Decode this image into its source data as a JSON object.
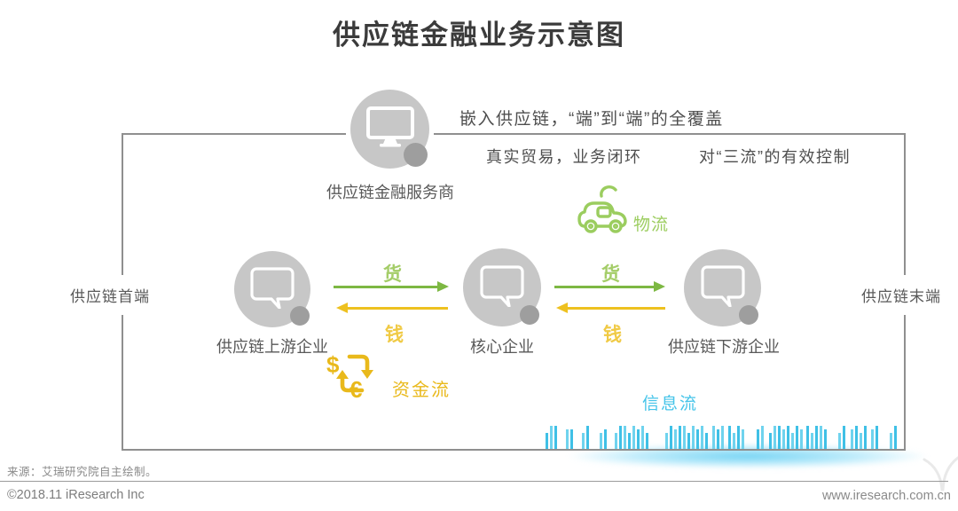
{
  "title": "供应链金融业务示意图",
  "provider": {
    "label": "供应链金融服务商",
    "icon": "monitor-icon"
  },
  "annotations": {
    "coverage": "嵌入供应链，“端”到“端”的全覆盖",
    "trade": "真实贸易，业务闭环",
    "control": "对“三流”的有效控制"
  },
  "chain": {
    "start_label": "供应链首端",
    "end_label": "供应链末端",
    "nodes": [
      {
        "label": "供应链上游企业",
        "icon": "chat-bubble-icon"
      },
      {
        "label": "核心企业",
        "icon": "chat-bubble-icon"
      },
      {
        "label": "供应链下游企业",
        "icon": "chat-bubble-icon"
      }
    ],
    "edges": {
      "goods": "货",
      "money": "钱"
    }
  },
  "flows": {
    "logistics": {
      "label": "物流",
      "icon": "truck-icon"
    },
    "capital": {
      "label": "资金流",
      "icon": "currency-exchange-icon",
      "symbols": {
        "dollar": "$",
        "euro": "€"
      }
    },
    "information": {
      "label": "信息流",
      "icon": "barcode"
    }
  },
  "barcode": {
    "bars": [
      [
        615,
        18
      ],
      [
        620,
        26
      ],
      [
        625,
        26
      ],
      [
        638,
        22
      ],
      [
        643,
        22
      ],
      [
        656,
        18
      ],
      [
        661,
        26
      ],
      [
        676,
        18
      ],
      [
        681,
        22
      ],
      [
        693,
        18
      ],
      [
        698,
        26
      ],
      [
        703,
        26
      ],
      [
        708,
        18
      ],
      [
        713,
        26
      ],
      [
        718,
        22
      ],
      [
        723,
        26
      ],
      [
        728,
        18
      ],
      [
        750,
        18
      ],
      [
        755,
        26
      ],
      [
        760,
        22
      ],
      [
        765,
        26
      ],
      [
        770,
        26
      ],
      [
        775,
        18
      ],
      [
        780,
        26
      ],
      [
        785,
        22
      ],
      [
        790,
        26
      ],
      [
        795,
        18
      ],
      [
        803,
        26
      ],
      [
        808,
        22
      ],
      [
        813,
        26
      ],
      [
        821,
        26
      ],
      [
        826,
        18
      ],
      [
        831,
        26
      ],
      [
        836,
        22
      ],
      [
        853,
        22
      ],
      [
        858,
        26
      ],
      [
        867,
        18
      ],
      [
        872,
        26
      ],
      [
        877,
        26
      ],
      [
        882,
        22
      ],
      [
        887,
        26
      ],
      [
        892,
        18
      ],
      [
        897,
        26
      ],
      [
        902,
        22
      ],
      [
        909,
        26
      ],
      [
        914,
        18
      ],
      [
        919,
        26
      ],
      [
        924,
        26
      ],
      [
        929,
        22
      ],
      [
        945,
        18
      ],
      [
        950,
        26
      ],
      [
        959,
        22
      ],
      [
        964,
        26
      ],
      [
        969,
        18
      ],
      [
        974,
        26
      ],
      [
        982,
        22
      ],
      [
        987,
        26
      ],
      [
        1003,
        18
      ],
      [
        1008,
        26
      ]
    ]
  },
  "source": "来源：艾瑞研究院自主绘制。",
  "footer": {
    "copyright": "©2018.11 iResearch Inc",
    "website": "www.iresearch.com.cn"
  },
  "colors": {
    "green_arrow": "#7db843",
    "green_text": "#a4cd68",
    "green_icon": "#9bcd5f",
    "yellow": "#eec11f",
    "gold_icon": "#e9b91b",
    "cyan": "#3fc0e6",
    "cyan_light": "#6fd3ee",
    "node_circle": "#c7c7c7",
    "node_badge": "#9e9e9e",
    "border": "#8f8f8f"
  }
}
